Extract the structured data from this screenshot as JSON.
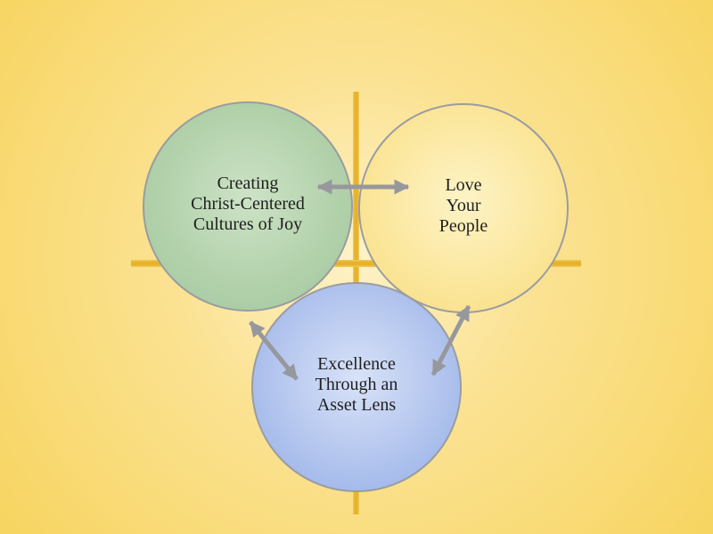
{
  "diagram": {
    "circles": [
      {
        "id": "cultures-of-joy",
        "lines": [
          "Creating",
          "Christ-Centered",
          "Cultures of Joy"
        ],
        "fill": "green"
      },
      {
        "id": "love-your-people",
        "lines": [
          "Love",
          "Your",
          "People"
        ],
        "fill": "yellow"
      },
      {
        "id": "excellence-asset-lens",
        "lines": [
          "Excellence",
          "Through an",
          "Asset Lens"
        ],
        "fill": "blue"
      }
    ],
    "connections": [
      {
        "from": "cultures-of-joy",
        "to": "love-your-people",
        "bidirectional": true
      },
      {
        "from": "cultures-of-joy",
        "to": "excellence-asset-lens",
        "bidirectional": true
      },
      {
        "from": "love-your-people",
        "to": "excellence-asset-lens",
        "bidirectional": true
      }
    ]
  },
  "colors": {
    "bg-inner": "#fdf2c8",
    "bg-mid": "#fbe292",
    "bg-outer": "#f7d45e",
    "gold": "#e7b22b",
    "gold-light": "#f3cb5e",
    "circle-border": "#9a9ca1",
    "arrow": "#97989d",
    "text": "#1f1f1f",
    "green-inner": "#cde3c6",
    "green-mid": "#b3d2ac",
    "green-outer": "#a0c69a",
    "yellow-inner": "#fdf3c6",
    "yellow-mid": "#fbe79d",
    "yellow-outer": "#f8db7e",
    "blue-inner": "#d8e2f8",
    "blue-mid": "#b3c5ee",
    "blue-outer": "#90ace6"
  }
}
